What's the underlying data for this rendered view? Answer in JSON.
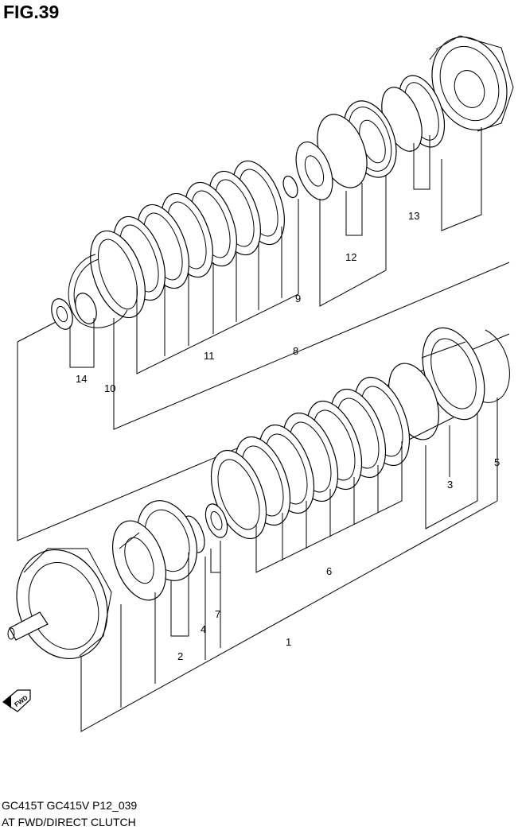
{
  "figure": {
    "title": "FIG.39",
    "models": "GC415T GC415V P12_039",
    "description": "AT FWD/DIRECT CLUTCH"
  },
  "callouts": [
    {
      "id": "1",
      "label": "1"
    },
    {
      "id": "2",
      "label": "2"
    },
    {
      "id": "3",
      "label": "3"
    },
    {
      "id": "4",
      "label": "4"
    },
    {
      "id": "5",
      "label": "5"
    },
    {
      "id": "6",
      "label": "6"
    },
    {
      "id": "7",
      "label": "7"
    },
    {
      "id": "8",
      "label": "8"
    },
    {
      "id": "9",
      "label": "9"
    },
    {
      "id": "10",
      "label": "10"
    },
    {
      "id": "11",
      "label": "11"
    },
    {
      "id": "12",
      "label": "12"
    },
    {
      "id": "13",
      "label": "13"
    },
    {
      "id": "14",
      "label": "14"
    }
  ],
  "fwd_badge": {
    "label": "FWD",
    "icon": "fwd-arrow-icon"
  }
}
